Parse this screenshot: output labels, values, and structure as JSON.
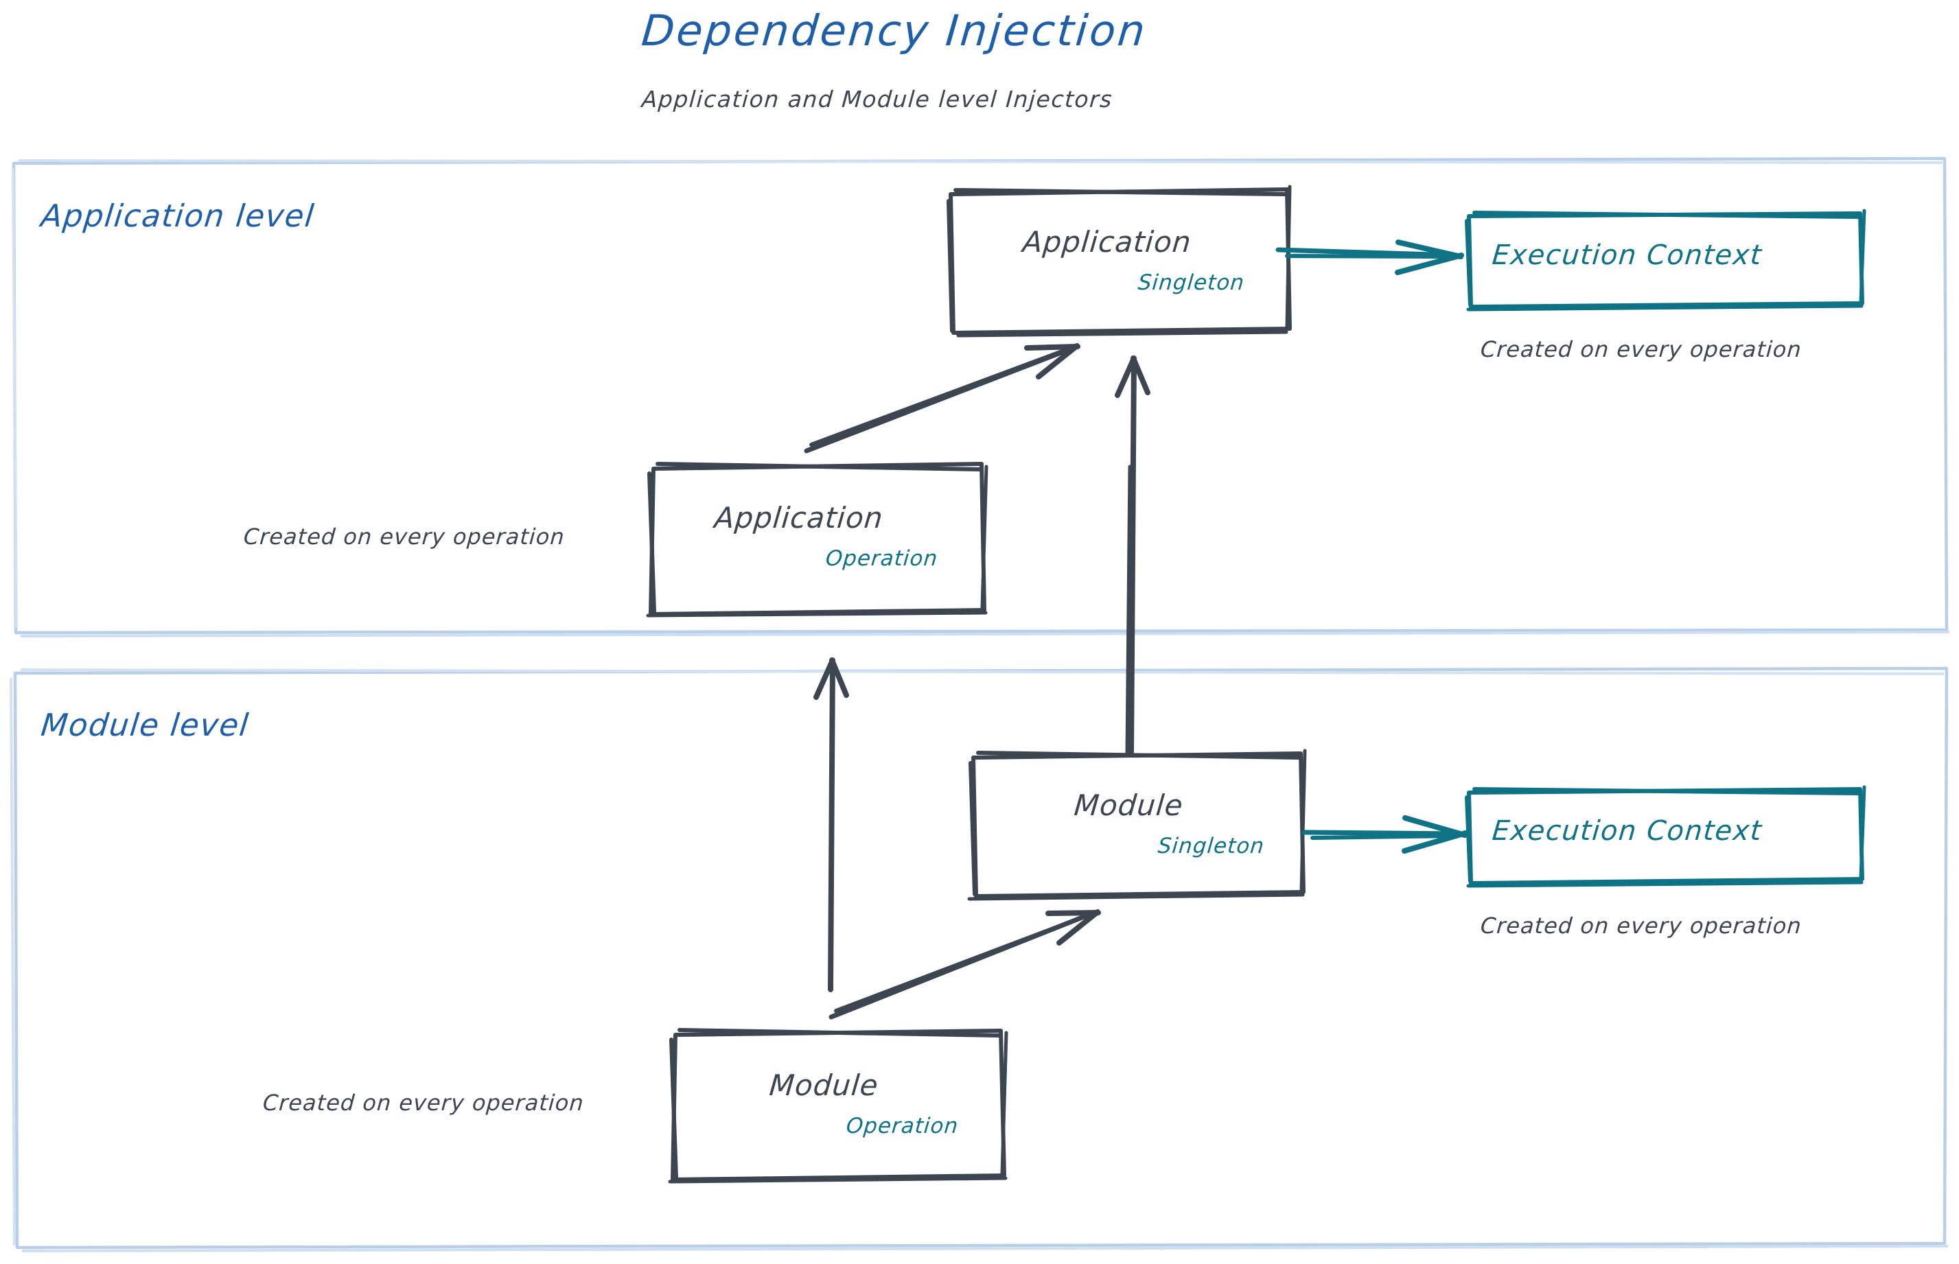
{
  "header": {
    "title": "Dependency Injection",
    "subtitle": "Application and Module level Injectors",
    "title_color": "#1f5fa9",
    "subtitle_color": "#3d4650"
  },
  "colors": {
    "panel_border": "#b9cfe8",
    "sketch_dark": "#3d4650",
    "teal": "#0f7285",
    "blue": "#1f5fa9",
    "background": "#ffffff"
  },
  "panels": [
    {
      "id": "application-level",
      "label": "Application level",
      "boxes": [
        {
          "id": "application-singleton",
          "title": "Application",
          "scope": "Singleton",
          "scope_color": "#0f7285",
          "border_style": "sketch-dark"
        },
        {
          "id": "application-operation",
          "title": "Application",
          "scope": "Operation",
          "scope_color": "#0f7285",
          "border_style": "sketch-dark"
        },
        {
          "id": "application-execution-context",
          "title": "Execution Context",
          "scope": "",
          "scope_color": "#0f7285",
          "border_style": "sketch-teal"
        }
      ],
      "captions": [
        {
          "id": "caption-app-execution-context",
          "text": "Created on every operation"
        },
        {
          "id": "caption-app-operation",
          "text": "Created on every operation"
        }
      ]
    },
    {
      "id": "module-level",
      "label": "Module level",
      "boxes": [
        {
          "id": "module-singleton",
          "title": "Module",
          "scope": "Singleton",
          "scope_color": "#0f7285",
          "border_style": "sketch-dark"
        },
        {
          "id": "module-operation",
          "title": "Module",
          "scope": "Operation",
          "scope_color": "#0f7285",
          "border_style": "sketch-dark"
        },
        {
          "id": "module-execution-context",
          "title": "Execution Context",
          "scope": "",
          "scope_color": "#0f7285",
          "border_style": "sketch-teal"
        }
      ],
      "captions": [
        {
          "id": "caption-module-execution-context",
          "text": "Created on every operation"
        },
        {
          "id": "caption-module-operation",
          "text": "Created on every operation"
        }
      ]
    }
  ],
  "arrows": [
    {
      "id": "arrow-application-to-execution-context",
      "color": "#0f7285",
      "direction": "right"
    },
    {
      "id": "arrow-application-operation-to-singleton",
      "color": "#3d4650",
      "direction": "up-right"
    },
    {
      "id": "arrow-module-singleton-to-application-singleton",
      "color": "#3d4650",
      "direction": "up"
    },
    {
      "id": "arrow-module-operation-to-application-level",
      "color": "#3d4650",
      "direction": "up"
    },
    {
      "id": "arrow-module-to-execution-context",
      "color": "#0f7285",
      "direction": "right"
    },
    {
      "id": "arrow-module-operation-to-module-singleton",
      "color": "#3d4650",
      "direction": "up-right"
    }
  ]
}
